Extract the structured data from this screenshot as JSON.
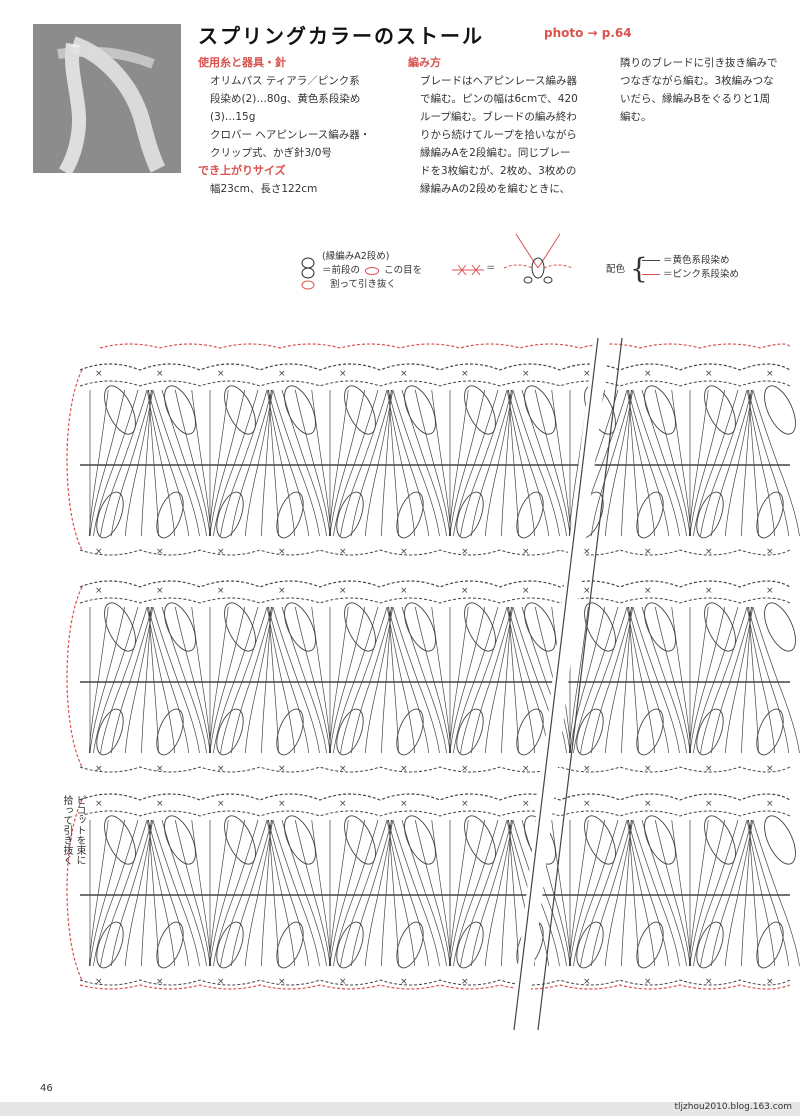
{
  "header": {
    "title": "スプリングカラーのストール",
    "photo_ref": "photo → p.64"
  },
  "materials": {
    "heading": "使用糸と器具・針",
    "lines": [
      "オリムパス ティアラ／ピンク系",
      "段染め(2)…80g、黄色系段染め",
      "(3)…15g",
      "クロバー ヘアピンレース編み器・",
      "クリップ式、かぎ針3/0号"
    ],
    "size_heading": "でき上がりサイズ",
    "size_line": "幅23cm、長さ122cm"
  },
  "method": {
    "heading": "編み方",
    "lines": [
      "ブレードはヘアピンレース編み器",
      "で編む。ピンの幅は6cmで、420",
      "ループ編む。ブレードの編み終わ",
      "りから続けてループを拾いながら",
      "縁編みAを2段編む。同じブレー",
      "ドを3枚編むが、2枚め、3枚めの",
      "縁編みAの2段めを編むときに、"
    ],
    "continued_lines": [
      "隣りのブレードに引き抜き編みで",
      "つなぎながら編む。3枚編みつな",
      "いだら、縁編みBをぐるりと1周",
      "編む。"
    ]
  },
  "legend": {
    "note_head": "(縁編みA2段め)",
    "note_line1": "＝前段の",
    "note_line1b": "この目を",
    "note_line2": "割って引き抜く",
    "equals": "＝",
    "color_label": "配色",
    "yellow_label": "＝黄色系段染め",
    "pink_label": "＝ピンク系段染め",
    "yellow_color": "#444444",
    "pink_color": "#d9534f"
  },
  "diagram": {
    "side_note_line1": "ピコットを束に",
    "side_note_line2": "拾って引き抜く"
  },
  "page_number": "46",
  "footer_text": "tljzhou2010.blog.163.com"
}
